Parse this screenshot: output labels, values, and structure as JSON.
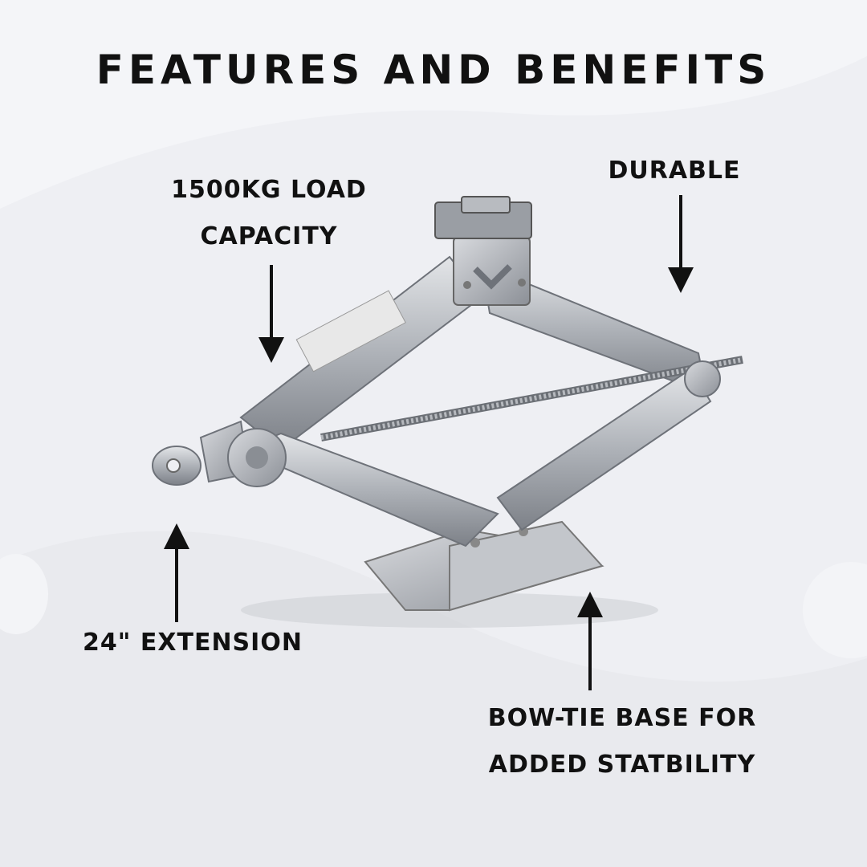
{
  "heading": "FEATURES AND BENEFITS",
  "callouts": {
    "load_capacity": {
      "line1": "1500KG LOAD",
      "line2": "CAPACITY"
    },
    "durable": "DURABLE",
    "extension": "24\" EXTENSION",
    "base": {
      "line1": "BOW-TIE BASE FOR",
      "line2": "ADDED STATBILITY"
    }
  },
  "colors": {
    "background": "#eeeff3",
    "text": "#111111",
    "steel": "#b9bcc1"
  }
}
